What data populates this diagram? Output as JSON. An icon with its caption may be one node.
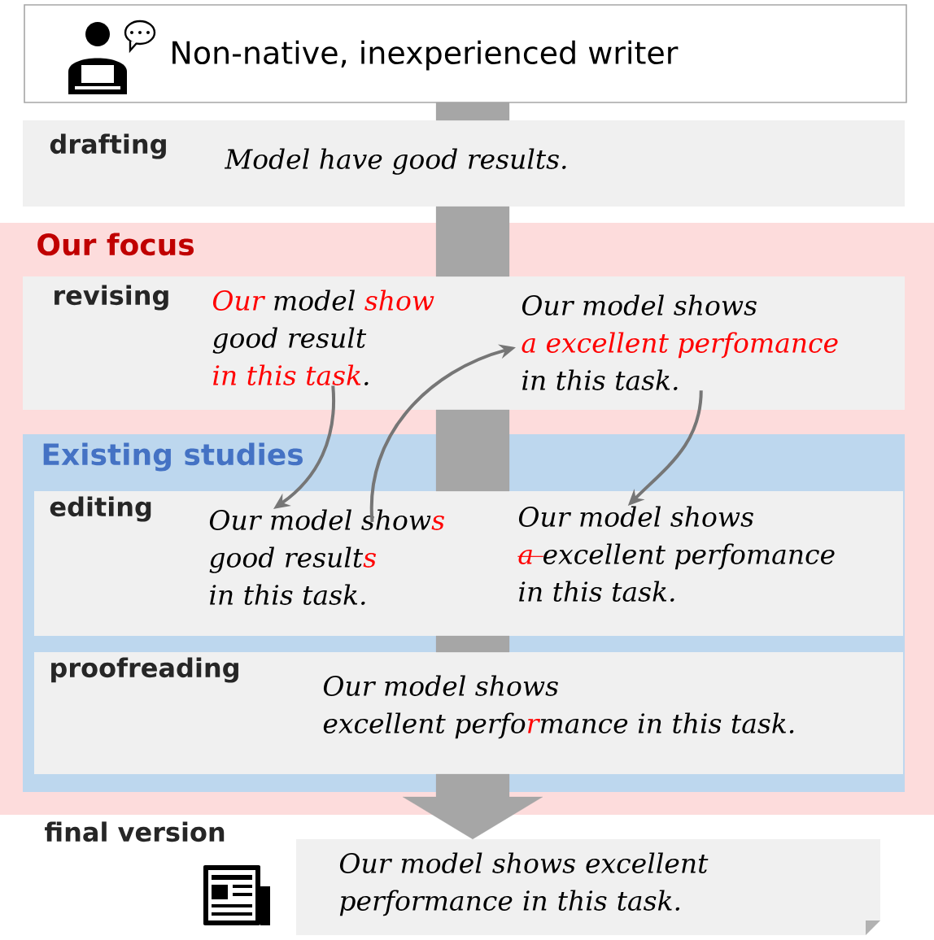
{
  "diagram": {
    "nodes": [
      {
        "text": [
          "Non-native, inexperienced writer"
        ]
      },
      {
        "text": [
          "drafting",
          "Model have good results."
        ]
      },
      {
        "text": [
          "Our focus"
        ]
      },
      {
        "text": [
          "revising"
        ],
        "in": 2
      },
      {
        "text": [
          "Our",
          "model",
          "show",
          "good result",
          "in this task",
          "."
        ],
        "in": 3
      },
      {
        "text": [
          "Our model shows",
          "a excellent perfomance",
          "in this task."
        ],
        "in": 3
      },
      {
        "text": [
          "Existing studies"
        ],
        "in": 2
      },
      {
        "text": [
          "editing"
        ],
        "in": 6
      },
      {
        "text": [
          "Our model show",
          "s",
          "good result",
          "s",
          "in this task."
        ],
        "in": 7
      },
      {
        "text": [
          "Our model shows",
          "a",
          "excellent perfomance",
          "in this task."
        ],
        "in": 7
      },
      {
        "text": [
          "proofreading",
          "Our model shows",
          "excellent perfo",
          "r",
          "mance in this task."
        ],
        "in": 6
      },
      {
        "text": [
          "final version",
          "Our model shows excellent performance in this task."
        ]
      }
    ],
    "edges": [
      {
        "from": 0,
        "to": 1,
        "arrow": "none"
      },
      {
        "from": 1,
        "to": 3,
        "arrow": "none"
      },
      {
        "from": 3,
        "to": 7,
        "arrow": "none"
      },
      {
        "from": 7,
        "to": 10,
        "arrow": "none"
      },
      {
        "from": 10,
        "to": 11,
        "arrow": "to"
      },
      {
        "from": 4,
        "to": 8,
        "arrow": "to",
        "color": "#767676"
      },
      {
        "from": 8,
        "to": 5,
        "arrow": "to",
        "color": "#767676"
      },
      {
        "from": 5,
        "to": 9,
        "arrow": "to",
        "color": "#767676"
      }
    ]
  }
}
